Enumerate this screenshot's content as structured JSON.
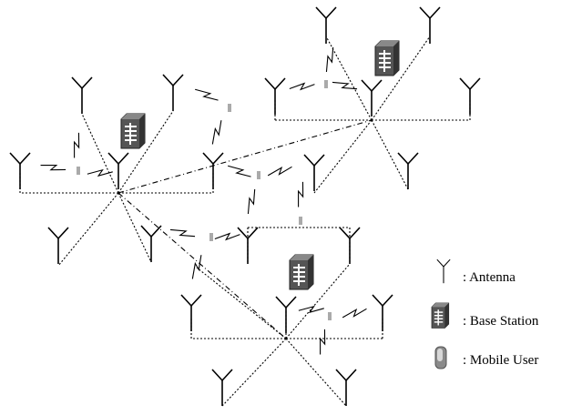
{
  "legend": {
    "antenna_label": ": Antenna",
    "base_station_label": ": Base Station",
    "mobile_user_label": ": Mobile User"
  },
  "icons": {
    "antenna": "antenna-icon",
    "base_station": "base-station-icon",
    "mobile_user": "mobile-user-icon",
    "wireless_link": "lightning-link-icon"
  },
  "colors": {
    "lines": "#000000",
    "base_station_fill": "#4a4a4a",
    "mobile_user": "#b0b0b0"
  }
}
